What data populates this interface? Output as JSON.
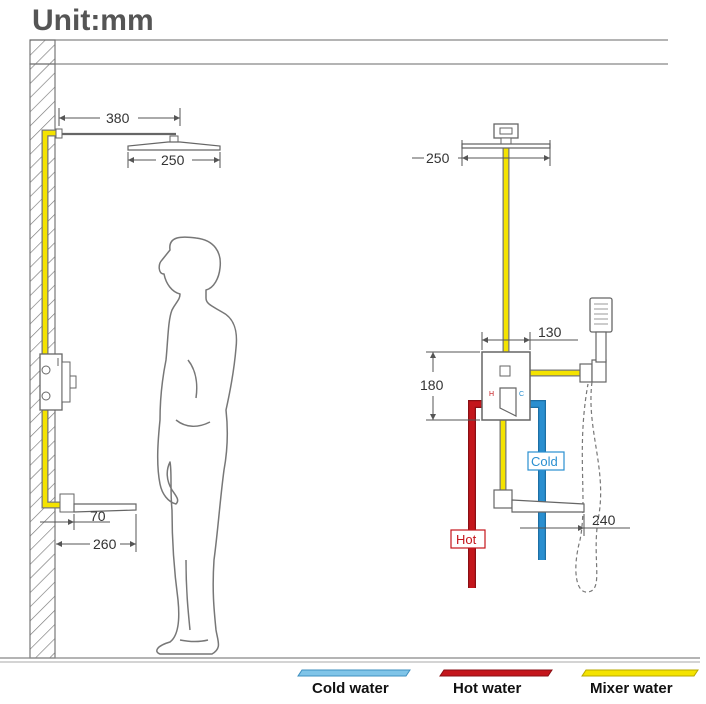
{
  "title": "Unit:mm",
  "dimensions": {
    "arm_length": "380",
    "head_width_left": "250",
    "spout_projection": "70",
    "spout_length": "260",
    "head_width_right": "250",
    "valve_width": "130",
    "valve_height": "180",
    "handshower_offset": "240"
  },
  "valve_labels": {
    "hot_letter": "H",
    "cold_letter": "C"
  },
  "pipe_tags": {
    "hot": "Hot",
    "cold": "Cold"
  },
  "legend": [
    {
      "label": "Cold water",
      "color": "#7fc4e8"
    },
    {
      "label": "Hot water",
      "color": "#c4161c"
    },
    {
      "label": "Mixer water",
      "color": "#f4e300"
    }
  ],
  "colors": {
    "mixer": "#f4e300",
    "hot": "#c4161c",
    "cold": "#2a8fd0",
    "outline": "#666666"
  },
  "icons": [
    "wall-hatch",
    "person-figure",
    "shower-head",
    "hand-shower",
    "mixer-valve",
    "spout"
  ]
}
